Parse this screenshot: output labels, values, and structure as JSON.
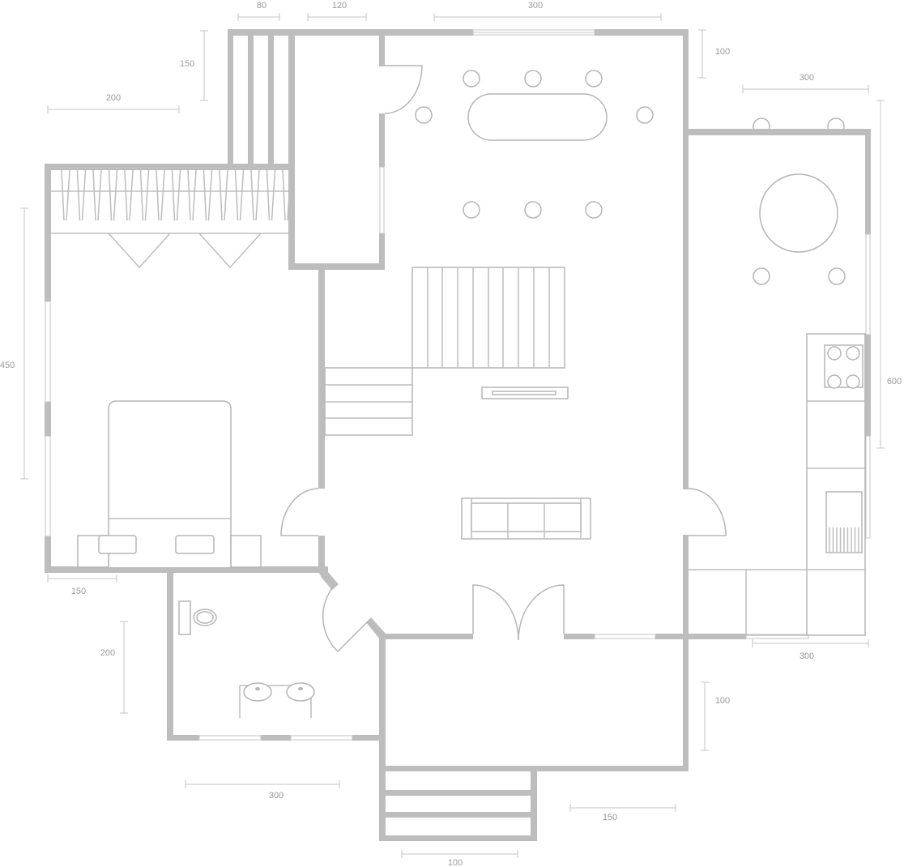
{
  "plan": {
    "colors": {
      "wall": "#bdbdbd",
      "furniture": "#b5b5b5",
      "dimension": "#9a9a9a"
    },
    "dimensions": {
      "top_80": "80",
      "top_120": "120",
      "top_300": "300",
      "left_150": "150",
      "left_200": "200",
      "left_450": "450",
      "right_100": "100",
      "right_300": "300",
      "right_600": "600",
      "bedroom_150": "150",
      "bath_200": "200",
      "bath_300": "300",
      "kitchen_300": "300",
      "entry_100": "100",
      "porch_150": "150",
      "stairs_100": "100"
    }
  }
}
